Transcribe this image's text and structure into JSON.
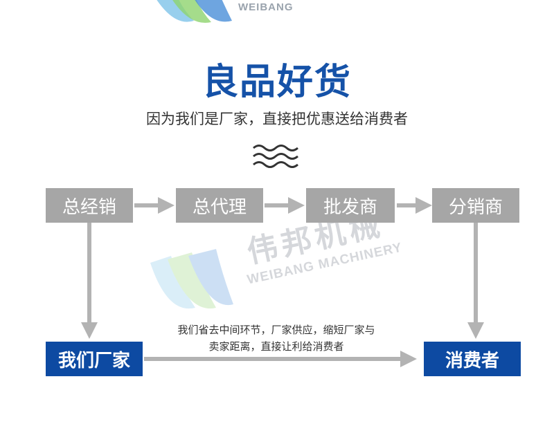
{
  "brand": {
    "top_logo_text": "WEIBANG",
    "watermark_cn": "伟邦机械",
    "watermark_en": "WEIBANG MACHINERY"
  },
  "headline": "良品好货",
  "subheadline": "因为我们是厂家，直接把优惠送给消费者",
  "chain": [
    "总经销",
    "总代理",
    "批发商",
    "分销商"
  ],
  "manufacturer": "我们厂家",
  "consumer": "消费者",
  "note_line1": "我们省去中间环节，厂家供应，缩短厂家与",
  "note_line2": "卖家距离，直接让利给消费者",
  "colors": {
    "accent": "#1552a8",
    "box_gray": "#a6a6a6",
    "box_blue": "#0d4aa2",
    "arrow": "#b3b3b3"
  },
  "icons": {
    "divider": "wave-lines-icon",
    "flow": "arrow-icon"
  }
}
